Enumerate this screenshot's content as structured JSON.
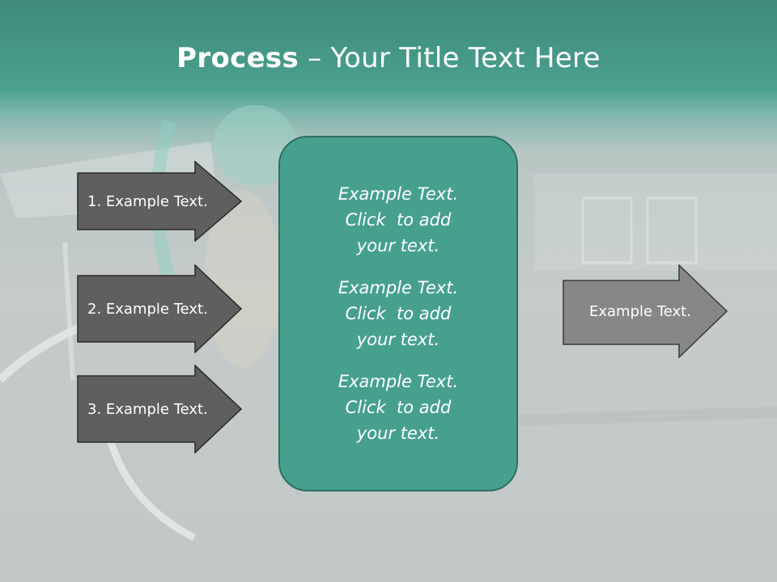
{
  "slide": {
    "title_bold": "Process",
    "title_sep": " – ",
    "title_rest": "Your Title Text Here"
  },
  "left_arrows": [
    {
      "label": "1. Example Text."
    },
    {
      "label": "2. Example Text."
    },
    {
      "label": "3. Example Text."
    }
  ],
  "center_box": {
    "blocks": [
      {
        "line1": "Example Text.",
        "line2": "Click  to add",
        "line3": "your text."
      },
      {
        "line1": "Example Text.",
        "line2": "Click  to add",
        "line3": "your text."
      },
      {
        "line1": "Example Text.",
        "line2": "Click  to add",
        "line3": "your text."
      }
    ]
  },
  "right_arrow": {
    "label": "Example Text."
  },
  "colors": {
    "header": "#4aa08e",
    "center_box": "#47a08e",
    "left_arrow": "#5f5f5f",
    "right_arrow": "#878787"
  }
}
